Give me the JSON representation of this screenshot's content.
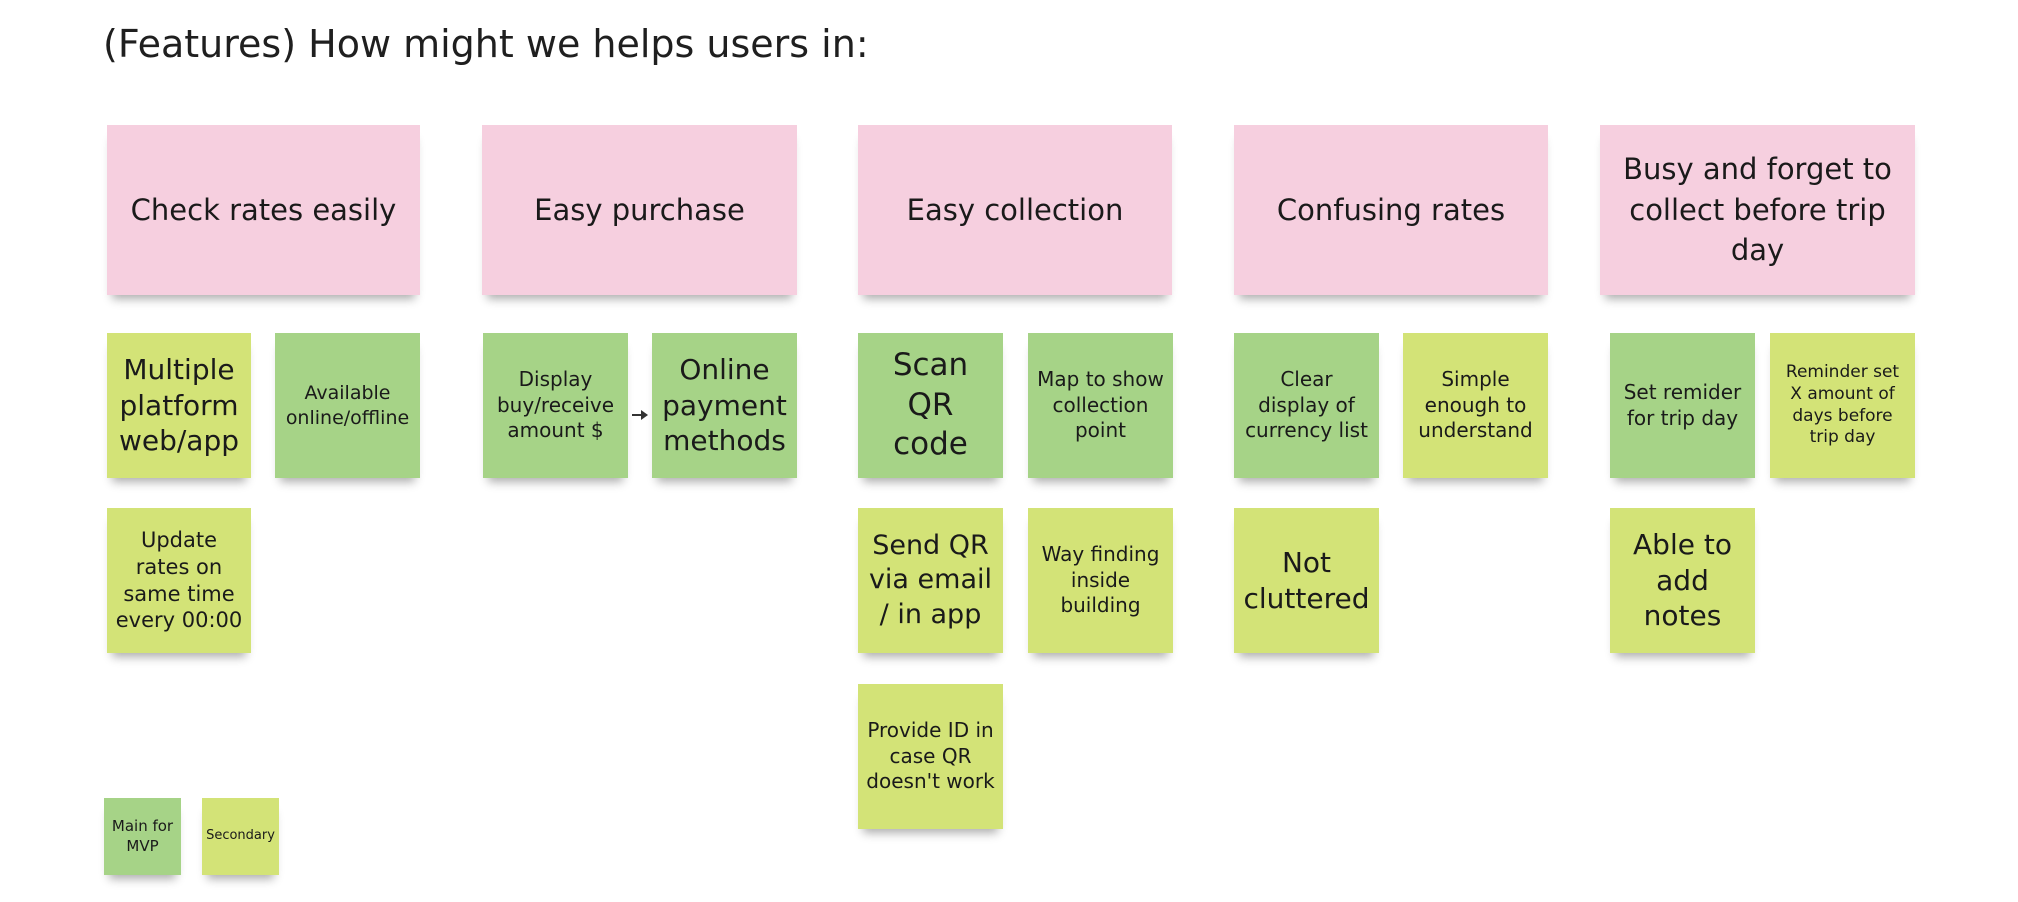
{
  "title": "(Features) How might we helps users in:",
  "colors": {
    "header": "#f6cfdf",
    "main": "#a6d387",
    "secondary": "#d3e377"
  },
  "headers": [
    "Check rates easily",
    "Easy purchase",
    "Easy collection",
    "Confusing rates",
    "Busy and forget to collect before trip day"
  ],
  "notes": [
    "Multiple platform web/app",
    "Available online/offline",
    "Update rates on same time every 00:00",
    "Display buy/receive amount $",
    "Online payment methods",
    "Scan QR code",
    "Map to show collection point",
    "Send QR via email / in app",
    "Way finding inside building",
    "Provide ID in case QR doesn't work",
    "Clear display of currency list",
    "Simple enough to understand",
    "Not cluttered",
    "Set remider for trip day",
    "Reminder set X amount of days before trip day",
    "Able to add notes"
  ],
  "legend": {
    "main": "Main for MVP",
    "secondary": "Secondary"
  }
}
